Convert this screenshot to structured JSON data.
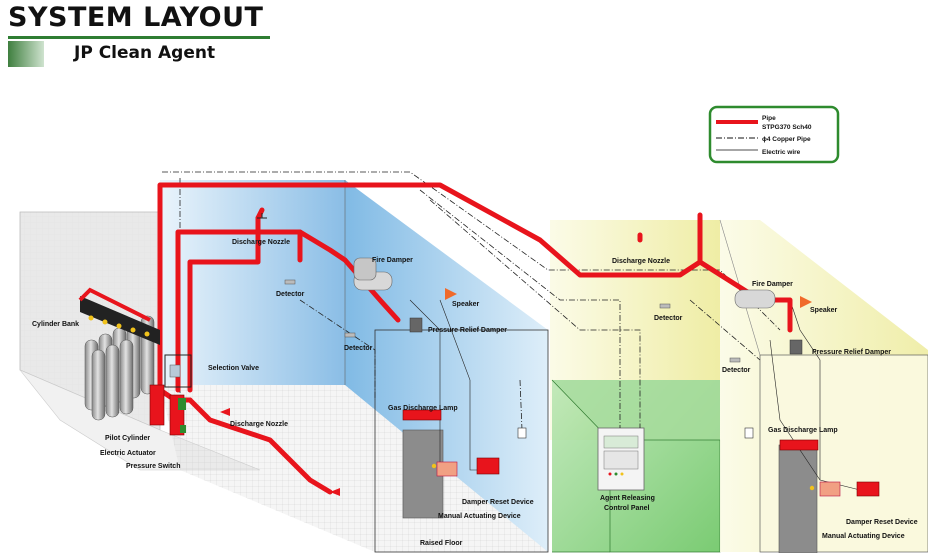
{
  "header": {
    "title": "SYSTEM LAYOUT",
    "subtitle": "JP Clean Agent"
  },
  "legend": {
    "pipe_label": "Pipe",
    "pipe_spec": "STPG370 Sch40",
    "copper_pipe": "ϕ4 Copper Pipe",
    "electric_wire": "Electric wire"
  },
  "labels": {
    "cylinder_bank": "Cylinder Bank",
    "pilot_cylinder": "Pilot Cylinder",
    "electric_actuator": "Electric Actuator",
    "pressure_switch": "Pressure Switch",
    "selection_valve": "Selection Valve",
    "discharge_nozzle_top_left": "Discharge Nozzle",
    "discharge_nozzle_floor": "Discharge Nozzle",
    "detector_left_1": "Detector",
    "detector_left_2": "Detector",
    "fire_damper_left": "Fire Damper",
    "speaker_left": "Speaker",
    "pressure_relief_damper_left": "Pressure Relief Damper",
    "gas_discharge_lamp_left": "Gas Discharge Lamp",
    "damper_reset_device_left": "Damper Reset Device",
    "manual_actuating_device_left": "Manual Actuating Device",
    "raised_floor": "Raised Floor",
    "discharge_nozzle_right": "Discharge Nozzle",
    "detector_right_1": "Detector",
    "detector_right_2": "Detector",
    "agent_releasing_panel_1": "Agent Releasing",
    "agent_releasing_panel_2": "Control Panel",
    "fire_damper_right": "Fire Damper",
    "speaker_right": "Speaker",
    "pressure_relief_damper_right": "Pressure Relief Damper",
    "gas_discharge_lamp_right": "Gas Discharge Lamp",
    "damper_reset_device_right": "Damper Reset Device",
    "manual_actuating_device_right": "Manual Actuating Device"
  },
  "colors": {
    "pipe": "#e8141c",
    "blue_room": "#8fc2e8",
    "yellow_room": "#f3f2b8",
    "green_panel_room": "#8fd28a",
    "legend_border": "#2e8b2e"
  }
}
